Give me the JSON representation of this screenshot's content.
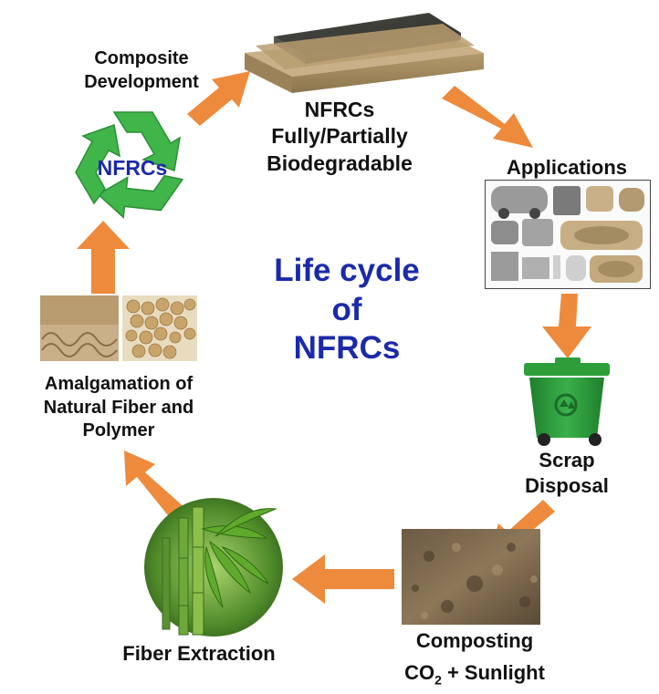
{
  "title": {
    "line1": "Life cycle",
    "line2": "of",
    "line3": "NFRCs"
  },
  "stages": {
    "composite_development": {
      "line1": "Composite",
      "line2": "Development"
    },
    "nfrcs_center": "NFRCs",
    "biodegradable": {
      "line1": "NFRCs",
      "line2": "Fully/Partially",
      "line3": "Biodegradable"
    },
    "applications": "Applications",
    "scrap_disposal": {
      "line1": "Scrap",
      "line2": "Disposal"
    },
    "composting": {
      "line1": "Composting",
      "co2": "CO",
      "sub": "2",
      "rest": " + Sunlight"
    },
    "fiber_extraction": "Fiber Extraction",
    "amalgamation": {
      "line1": "Amalgamation of",
      "line2": "Natural Fiber and",
      "line3": "Polymer"
    }
  },
  "colors": {
    "arrow": "#ee8a3c",
    "title": "#1b2aa8",
    "recycle_green": "#3fb54a",
    "bin_green": "#2e9e3a"
  },
  "icons": [
    "recycle-icon",
    "trash-bin-icon",
    "bamboo-image",
    "fiber-board-image",
    "applications-photo",
    "soil-photo",
    "fiber-pellet-photo"
  ]
}
